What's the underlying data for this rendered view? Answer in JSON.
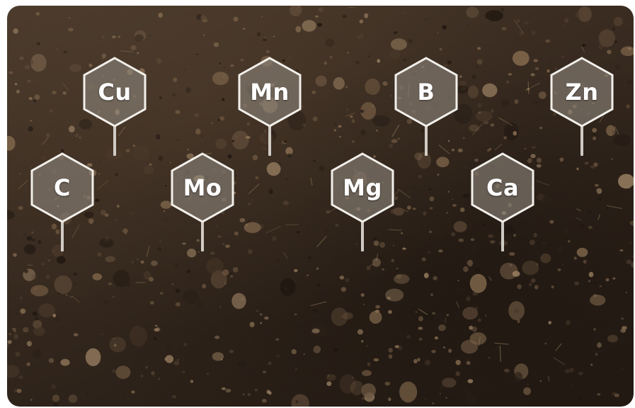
{
  "scene": {
    "subject": "soil",
    "colors": {
      "soil_base": "#3a2c21",
      "soil_dark": "#241b14",
      "soil_light": "#6b5540",
      "marker_fill": "#8a8178",
      "marker_stroke": "#f2efea",
      "symbol_color": "#ffffff"
    }
  },
  "elements": [
    {
      "id": "cu",
      "symbol": "Cu"
    },
    {
      "id": "mn",
      "symbol": "Mn"
    },
    {
      "id": "b",
      "symbol": "B"
    },
    {
      "id": "zn",
      "symbol": "Zn"
    },
    {
      "id": "c",
      "symbol": "C"
    },
    {
      "id": "mo",
      "symbol": "Mo"
    },
    {
      "id": "mg",
      "symbol": "Mg"
    },
    {
      "id": "ca",
      "symbol": "Ca"
    }
  ]
}
